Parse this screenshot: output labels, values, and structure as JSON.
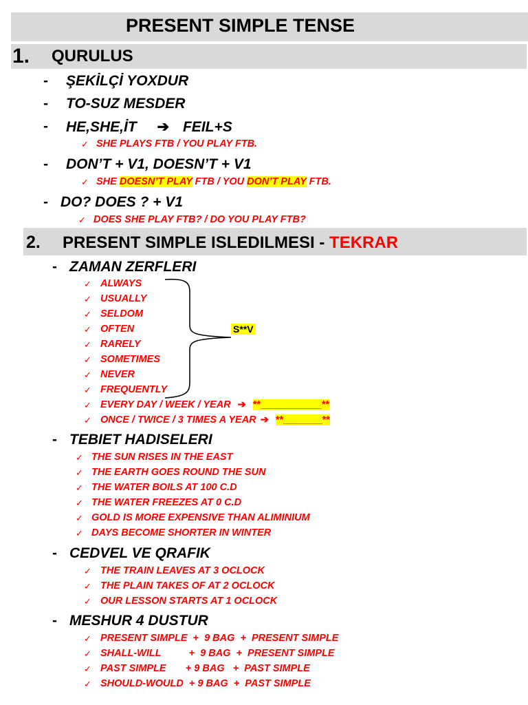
{
  "title": "PRESENT SIMPLE TENSE",
  "section1": {
    "number": "1.",
    "heading": "QURULUS",
    "bullet_mark": "-",
    "check_mark": "✓",
    "item1": "ŞEKİLÇİ YOXDUR",
    "item2": "TO-SUZ MESDER",
    "item3": {
      "text": "HE,SHE,İT",
      "arrow": "➔",
      "rhs": "FEIL+S"
    },
    "example1": "SHE PLAYS FTB / YOU PLAY FTB.",
    "item4": "DON’T + V1, DOESN’T + V1",
    "example2": {
      "p1": "SHE ",
      "hl1": "DOESN’T PLAY",
      "p2": " FTB / YOU ",
      "hl2": "DON’T PLAY",
      "p3": " FTB."
    },
    "item5": "DO?  DOES ?   +  V1",
    "example3": "DOES SHE PLAY FTB?  /  DO YOU PLAY FTB?"
  },
  "section2": {
    "number": "2.",
    "heading": "PRESENT SIMPLE ISLEDILMESI - ",
    "heading_red": "TEKRAR",
    "zaman": {
      "heading": "ZAMAN ZERFLERI",
      "adverbs": [
        "ALWAYS",
        "USUALLY",
        "SELDOM",
        "OFTEN",
        "RARELY",
        "SOMETIMES",
        "NEVER",
        "FREQUENTLY"
      ],
      "brace_note": "S**V",
      "line1": {
        "text": "EVERY DAY / WEEK / YEAR",
        "arrow": "➔",
        "blank": "**___________**"
      },
      "line2": {
        "text": "ONCE / TWICE / 3 TIMES  A YEAR",
        "arrow": "➔",
        "blank": "**_______**"
      }
    },
    "tebiet": {
      "heading": "TEBIET HADISELERI",
      "items": [
        "THE SUN RISES IN THE EAST",
        "THE EARTH GOES ROUND THE SUN",
        "THE WATER BOILS AT 100 C.D",
        "THE WATER FREEZES  AT 0 C.D",
        "GOLD IS MORE EXPENSIVE THAN ALIMINIUM",
        "DAYS BECOME SHORTER IN WINTER"
      ]
    },
    "cedvel": {
      "heading": "CEDVEL VE QRAFIK",
      "items": [
        "THE TRAIN LEAVES AT 3 OCLOCK",
        "THE PLAIN TAKES OF AT 2 OCLOCK",
        "OUR LESSON STARTS AT  1 OCLOCK"
      ]
    },
    "meshur": {
      "heading": "MESHUR 4 DUSTUR",
      "items": [
        "PRESENT SIMPLE  +  9 BAG  +  PRESENT SIMPLE",
        "SHALL-WILL          +  9 BAG  +  PRESENT SIMPLE",
        "PAST SIMPLE       + 9 BAG   +  PAST SIMPLE",
        "SHOULD-WOULD  + 9 BAG  +  PAST SIMPLE"
      ]
    }
  }
}
